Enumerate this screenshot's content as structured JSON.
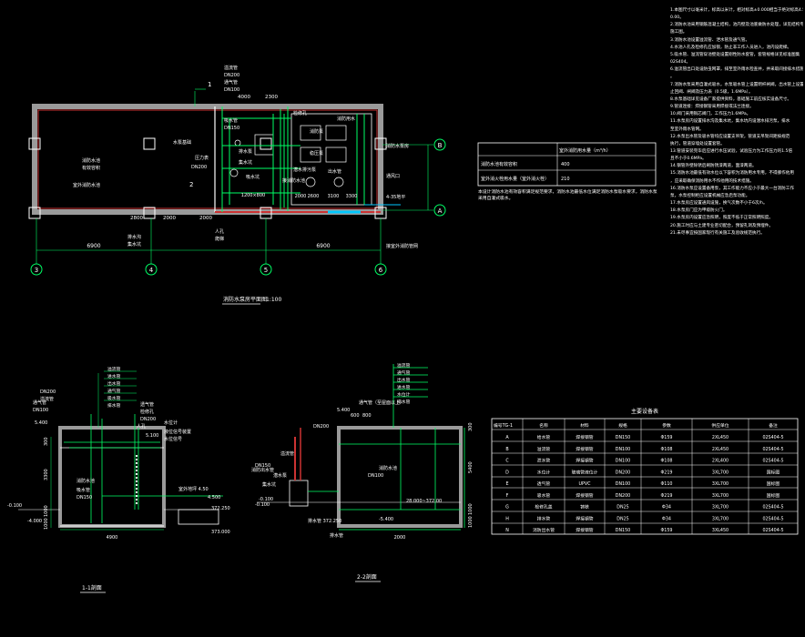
{
  "plan": {
    "title": "消防水泵房平面图",
    "scale": "1:100",
    "axis_letters": [
      "B",
      "A"
    ],
    "axis_numbers": [
      "3",
      "4",
      "5",
      "6"
    ],
    "dims_bottom": [
      "6900",
      "6900"
    ],
    "dims_inner": [
      "2800",
      "2000",
      "2000"
    ],
    "dims_top": [
      "4000",
      "2300"
    ],
    "dims_mid": [
      "2000",
      "2600",
      "3100",
      "3300"
    ],
    "dim_pump": "1200×800",
    "section_mark_1": "1",
    "section_mark_2": "2",
    "labels": {
      "l1": "溢流管",
      "l2": "DN200",
      "l3": "通气管",
      "l4": "DN100",
      "l5": "吸水管",
      "l6": "DN150",
      "l7": "消防水池",
      "l8": "有效容积",
      "l9": "DN200",
      "l10": "水泵基础",
      "l11": "消防泵",
      "l12": "稳压泵",
      "l13": "集水坑",
      "l14": "排水泵",
      "l15": "压力表",
      "l16": "出水管",
      "l17": "检修孔",
      "l18": "吸水坑",
      "l19": "室外消防水池",
      "l20": "消防水泵房",
      "l21": "通风口",
      "l22": "排水沟",
      "l23": "集水坑",
      "l24": "人孔",
      "l25": "爬梯",
      "l26": "接室外消防管网",
      "l27": "4-35地平",
      "l28": "接消防水池",
      "l29": "潜水排污泵",
      "l30": "消防用水"
    }
  },
  "param_table": {
    "header": [
      "",
      "室外消防用水量（m³/h）"
    ],
    "rows": [
      [
        "消防水池有效容积",
        "400"
      ],
      [
        "室外消火栓用水量（室外消火栓）",
        "210"
      ]
    ],
    "note": "本设计消防水池有效容积满足规范要求，消防水池最低水位满足消防水泵吸水要求，消防水泵采用自灌式吸水。"
  },
  "section1": {
    "title": "1-1剖面",
    "elev_top": "5.400",
    "elev_ground": "-0.100",
    "elev_bottom": "-4.000",
    "elev_mid": "4.500",
    "dims_left": [
      "300",
      "3300",
      "1000",
      "1000"
    ],
    "dim_bottom": "4900",
    "ann": [
      "DN200",
      "DN100",
      "DN150",
      "DN200",
      "溢流管",
      "通气管",
      "透气管",
      "检修孔",
      "人孔",
      "水位计",
      "吸水管",
      "消防水池",
      "液位信号装置",
      "室外地坪 4.50",
      "5.100",
      "水位信号",
      "372.250",
      "373.000"
    ],
    "leader_labels": [
      "溢流管",
      "进水管",
      "出水管",
      "通气管",
      "吸水管",
      "排水管"
    ]
  },
  "section2": {
    "title": "2-2剖面",
    "elev_top": "5.400",
    "elev_ground": "-0.100",
    "dims_right": [
      "300",
      "5400",
      "1000",
      "1000"
    ],
    "dims_top": [
      "600",
      "800"
    ],
    "dim_bottom": "2000",
    "ann": [
      "DN200",
      "DN150",
      "消防水池",
      "潜水泵",
      "DN100",
      "排水管",
      "通气管（至屋面以上）",
      "溢流管",
      "集水坑",
      "-0.100",
      "消防出水管",
      "排水管 372.250",
      "28.000~372.00",
      "-5.400"
    ],
    "leader_labels": [
      "溢流管",
      "通气管",
      "出水管",
      "进水管",
      "水位计",
      "排水管"
    ]
  },
  "equip_table": {
    "title": "主要设备表",
    "headers": [
      "编号TG-1",
      "名称",
      "材料",
      "规格",
      "参数",
      "供应单位",
      "备注"
    ],
    "rows": [
      [
        "A",
        "给水管",
        "焊接钢管",
        "DN150",
        "Φ159",
        "2XL450",
        "02S404-5"
      ],
      [
        "B",
        "溢流管",
        "焊接钢管",
        "DN100",
        "Φ108",
        "2XL450",
        "02S404-5"
      ],
      [
        "C",
        "泄水管",
        "焊接钢管",
        "DN100",
        "Φ108",
        "2XL400",
        "02S404-5"
      ],
      [
        "D",
        "水位计",
        "玻璃管液位计",
        "DN200",
        "Φ219",
        "3XL700",
        "国标图"
      ],
      [
        "E",
        "透气管",
        "UPVC",
        "DN100",
        "Φ110",
        "3XL700",
        "国标图"
      ],
      [
        "F",
        "吸水管",
        "焊接钢管",
        "DN200",
        "Φ219",
        "3XL700",
        "国标图"
      ],
      [
        "G",
        "检修孔盖",
        "铸铁",
        "DN25",
        "Φ34",
        "3XL700",
        "02S404-5"
      ],
      [
        "H",
        "排水管",
        "焊接钢管",
        "DN25",
        "Φ34",
        "3XL700",
        "02S404-5"
      ],
      [
        "N",
        "消防出水管",
        "焊接钢管",
        "DN150",
        "Φ159",
        "3XL450",
        "02S404-5"
      ]
    ]
  },
  "notes": [
    "1.本图尺寸以毫米计，标高以米计，相对标高±0.000相当于绝对标高4.500。",
    "  0.00。",
    "2.消防水池采用钢筋混凝土结构，池内壁及池底做防水处理，详见结构专业",
    "  施工图。",
    "3.消防水池设置溢流管、泄水管及通气管。",
    "4.水池人孔及检修孔应加锁，防止非工作人员进入，池内设爬梯。",
    "5.吸水管、溢流管穿池壁处设置刚性防水套管，套管规格详见标准图集",
    "  02S404。",
    "6.溢流管出口处设防虫网罩，排至室外雨水检查井，并采取间接排水措施",
    "  。",
    "7.消防水泵采用自灌式吸水，水泵吸水管上设置明杆闸阀，出水管上设置",
    "  止回阀、闸阀及压力表（0.5级，1.6MPa）。",
    "8.水泵基础详见设备厂家提供资料，基础施工前应核实设备尺寸。",
    "9.管道连接：焊接钢管采用焊接或法兰连接。",
    "10.阀门采用铜芯阀门，工作压力1.6MPa。",
    "11.水泵房内设置排水沟及集水坑，集水坑内设潜水排污泵，排水",
    "  至室外雨水管网。",
    "12.水泵出水管及吸水管均应设置支吊架，管道支吊架间距按规范",
    "  执行，管道穿墙处设置套管。",
    "13.管道安装完毕后应进行水压试验，试验压力为工作压力的1.5倍",
    "  且不小于0.6MPa。",
    "14.钢管外壁除锈后刷防锈漆两道，面漆两道。",
    "15.消防水池最低有效水位以下容积为消防用水专用，不得挪作他用",
    "  ，应采取确保消防用水不作他用的技术措施。",
    "16.消防水泵应设置备用泵，其工作能力不应小于最大一台消防工作",
    "  泵，水泵控制柜应设置机械应急启泵功能。",
    "17.水泵房应设置通风设施，换气次数不小于6次/h。",
    "18.水泵房门应为甲级防火门。",
    "19.水泵房内设置应急照明，照度不低于正常照明照度。",
    "20.施工时应与土建专业密切配合，预留孔洞及预埋件。",
    "21.未尽事宜按国家现行有关施工及验收规范执行。"
  ]
}
